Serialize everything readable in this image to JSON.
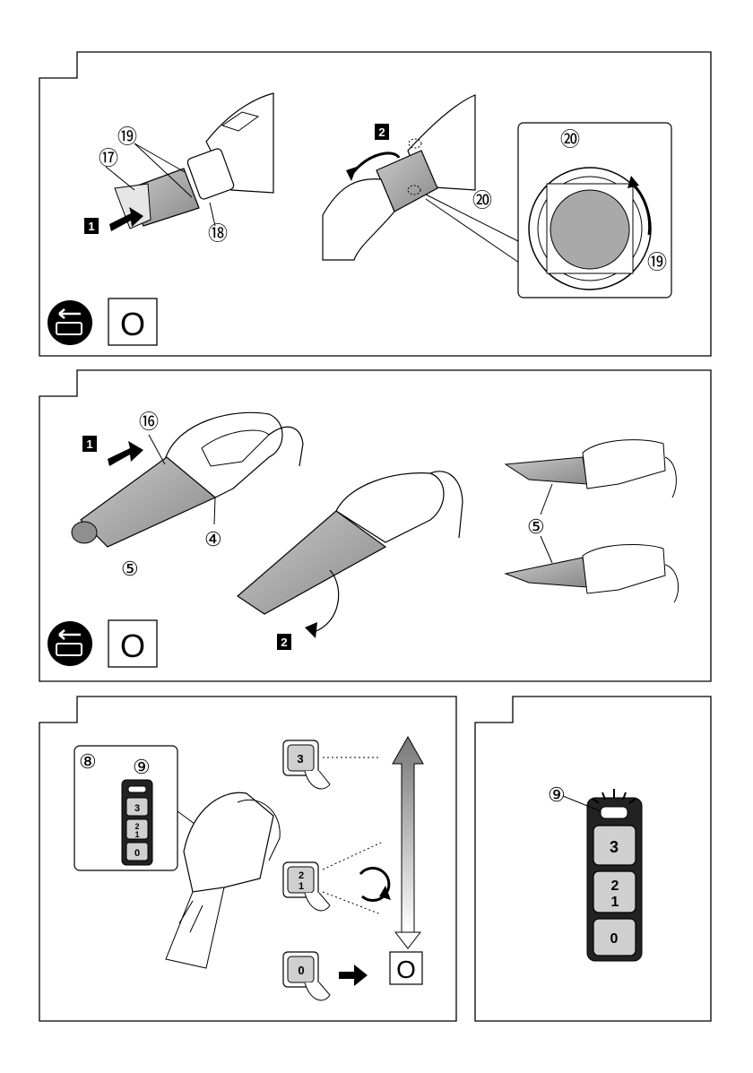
{
  "panel1": {
    "step1": "1",
    "step2": "2",
    "callout_17": "⑰",
    "callout_18": "⑱",
    "callout_19": "⑲",
    "callout_19_detail": "⑲",
    "callout_20": "⑳",
    "callout_20_detail": "⑳",
    "power_symbol": "O"
  },
  "panel2": {
    "step1": "1",
    "step2": "2",
    "callout_16": "⑯",
    "callout_4": "④",
    "callout_5": "⑤",
    "callout_5_right": "⑤",
    "power_symbol": "O"
  },
  "panel3": {
    "callout_8": "⑧",
    "callout_9": "⑨",
    "key_3": "3",
    "key_2": "2",
    "key_1": "1",
    "key_0": "0",
    "power_symbol": "O"
  },
  "panel4": {
    "callout_9": "⑨",
    "key_3": "3",
    "key_2": "2",
    "key_1": "1",
    "key_0": "0"
  }
}
